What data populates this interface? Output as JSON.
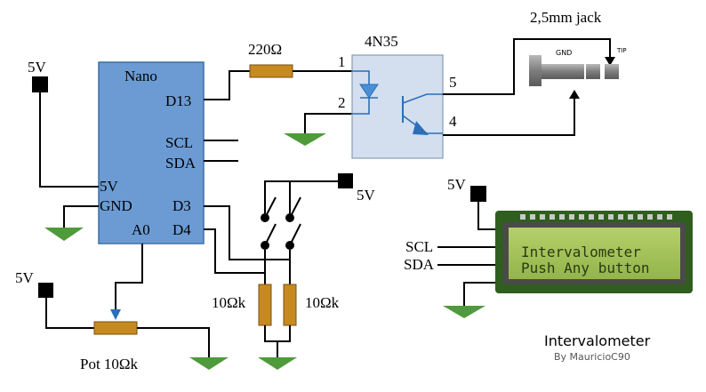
{
  "nano": {
    "title": "Nano",
    "pins": {
      "d13": "D13",
      "scl": "SCL",
      "sda": "SDA",
      "v5": "5V",
      "gnd": "GND",
      "d3": "D3",
      "a0": "A0",
      "d4": "D4"
    }
  },
  "resistor_top": {
    "label": "220Ω"
  },
  "optocoupler": {
    "name": "4N35",
    "pin1": "1",
    "pin2": "2",
    "pin4": "4",
    "pin5": "5"
  },
  "jack": {
    "title": "2,5mm jack",
    "gnd_label": "GND",
    "tip_label": "TIP"
  },
  "power": {
    "v5_nano": "5V",
    "v5_buttons": "5V",
    "v5_lcd": "5V",
    "v5_pot": "5V"
  },
  "resistors_buttons": {
    "left": "10Ωk",
    "right": "10Ωk"
  },
  "pot": {
    "label": "Pot 10Ωk"
  },
  "lcd": {
    "line1": "Intervalometer",
    "line2": "Push Any button",
    "scl_label": "SCL",
    "sda_label": "SDA"
  },
  "credit": {
    "title": "Intervalometer",
    "author": "By MauricioC90"
  },
  "colors": {
    "nano_fill": "#6c9bd3",
    "opto_fill": "#d3dfef",
    "resistor_fill": "#c68a20",
    "ground_fill": "#4f9a3b",
    "lcd_screen": "#a6c55a",
    "lcd_board": "#2f5e1e",
    "jack_fill": "#8a8a8a"
  }
}
